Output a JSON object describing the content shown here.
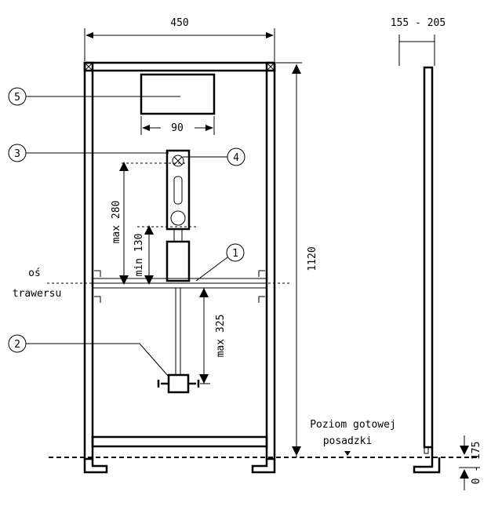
{
  "dimensions": {
    "width_top": "450",
    "depth_top": "155 - 205",
    "height": "1120",
    "box_width": "90",
    "max_280": "max 280",
    "min_130": "min 130",
    "max_325": "max 325",
    "floor_offset": "0 - 175"
  },
  "callouts": [
    "1",
    "2",
    "3",
    "4",
    "5"
  ],
  "labels": {
    "axis_line1": "oś",
    "axis_line2": "trawersu",
    "floor_line1": "Poziom gotowej",
    "floor_line2": "posadzki"
  }
}
